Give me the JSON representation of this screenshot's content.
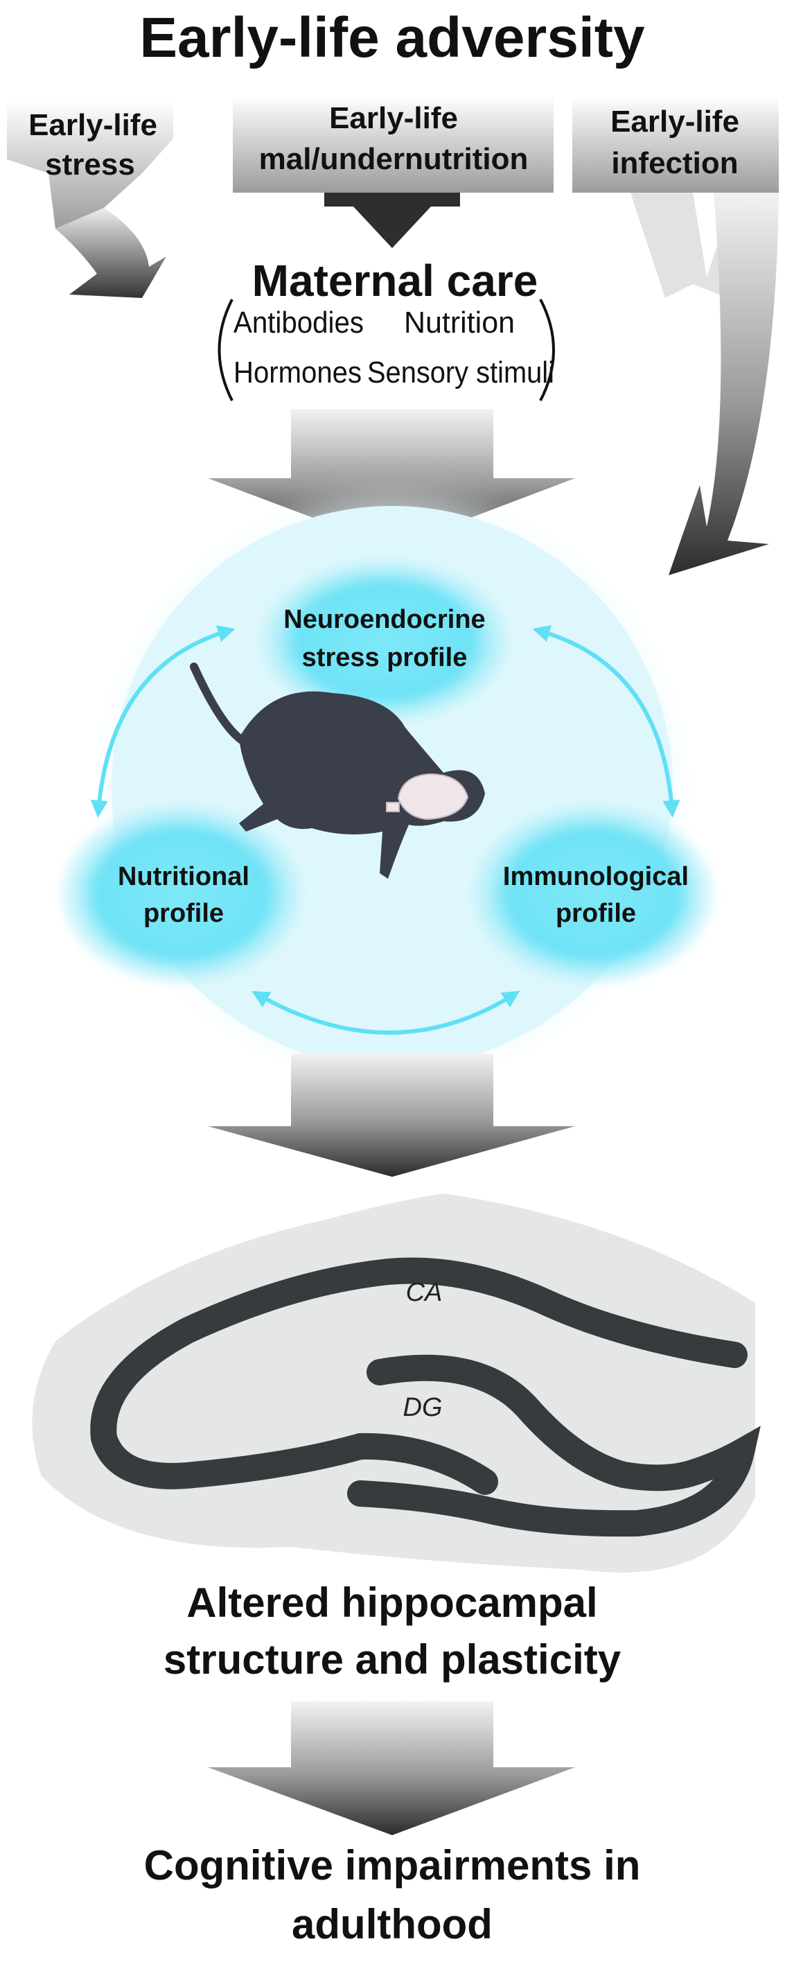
{
  "title": "Early-life adversity",
  "sources": [
    {
      "line1": "Early-life",
      "line2": "stress"
    },
    {
      "line1": "Early-life",
      "line2": "mal/undernutrition"
    },
    {
      "line1": "Early-life",
      "line2": "infection"
    }
  ],
  "maternal_care": {
    "title": "Maternal care",
    "items": [
      "Antibodies",
      "Nutrition",
      "Hormones",
      "Sensory stimuli"
    ]
  },
  "profiles": {
    "neuroendocrine": {
      "line1": "Neuroendocrine",
      "line2": "stress profile"
    },
    "nutritional": {
      "line1": "Nutritional",
      "line2": "profile"
    },
    "immunological": {
      "line1": "Immunological",
      "line2": "profile"
    }
  },
  "hippocampus": {
    "ca_label": "CA",
    "dg_label": "DG"
  },
  "outcome1": {
    "line1": "Altered hippocampal",
    "line2": "structure and plasticity"
  },
  "outcome2": {
    "line1": "Cognitive impairments in",
    "line2": "adulthood"
  },
  "colors": {
    "arrow_dark": "#333333",
    "arrow_light": "#e0e0e0",
    "cyan": "#5fe0f5",
    "cyan_glow": "#dff6fb",
    "hippocampus_bg": "#e5e7e7",
    "hippocampus_band": "#363b3e",
    "rat": "#3a3f4b"
  }
}
